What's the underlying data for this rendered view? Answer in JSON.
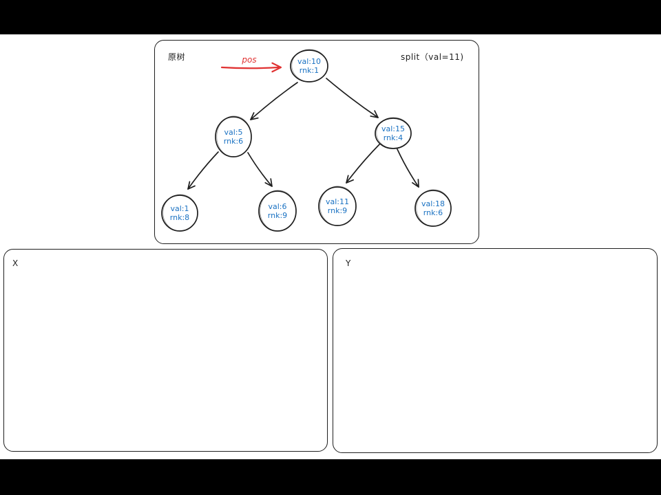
{
  "scene": {
    "panels": {
      "original": {
        "title": "原树",
        "split_annotation": "split（val=11)"
      },
      "x": {
        "title": "X"
      },
      "y": {
        "title": "Y"
      }
    },
    "pos_arrow_label": "pos",
    "tree": {
      "nodes": [
        {
          "val": "val:10",
          "rnk": "rnk:1"
        },
        {
          "val": "val:5",
          "rnk": "rnk:6"
        },
        {
          "val": "val:15",
          "rnk": "rnk:4"
        },
        {
          "val": "val:1",
          "rnk": "rnk:8"
        },
        {
          "val": "val:6",
          "rnk": "rnk:9"
        },
        {
          "val": "val:11",
          "rnk": "rnk:9"
        },
        {
          "val": "val:18",
          "rnk": "rnk:6"
        }
      ]
    },
    "colors": {
      "stroke": "#1e1e1e",
      "node_text": "#1971c2",
      "highlight": "#e03131"
    }
  }
}
